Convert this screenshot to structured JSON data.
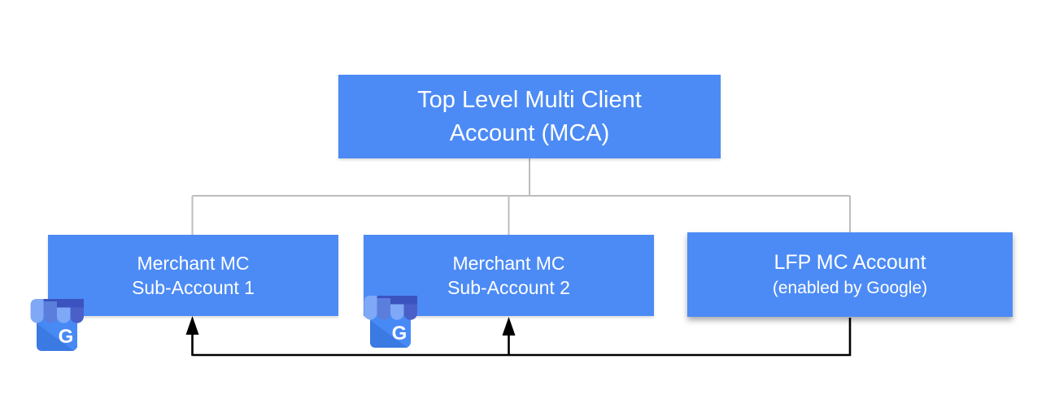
{
  "diagram": {
    "type": "account-hierarchy-org-chart",
    "nodes": {
      "mca": {
        "label_line1": "Top Level Multi Client",
        "label_line2": "Account (MCA)"
      },
      "sub1": {
        "label_line1": "Merchant MC",
        "label_line2": "Sub-Account 1"
      },
      "sub2": {
        "label_line1": "Merchant MC",
        "label_line2": "Sub-Account 2"
      },
      "lfp": {
        "label_line1": "LFP MC Account",
        "label_line2": "(enabled by Google)"
      }
    },
    "icon": {
      "name": "google-my-business-icon",
      "letter": "G"
    },
    "edges": [
      {
        "from": "mca",
        "to": "sub1",
        "style": "tree-line"
      },
      {
        "from": "mca",
        "to": "sub2",
        "style": "tree-line"
      },
      {
        "from": "mca",
        "to": "lfp",
        "style": "tree-line"
      },
      {
        "from": "lfp",
        "to": "sub1",
        "style": "black-arrow"
      },
      {
        "from": "lfp",
        "to": "sub2",
        "style": "black-arrow"
      }
    ],
    "colors": {
      "node_fill": "#4c8bf5",
      "node_text": "#ffffff",
      "tree_connector": "#bdbdbd",
      "arrow": "#000000",
      "background": "#ffffff",
      "icon_body": "#478af6",
      "icon_body_fold": "#3b79e3",
      "icon_banner": "#3b53be",
      "icon_scallop_light": "#7fa8f6",
      "icon_scallop_medium": "#5b7edc",
      "icon_scallop_dark": "#4a60c8"
    }
  }
}
